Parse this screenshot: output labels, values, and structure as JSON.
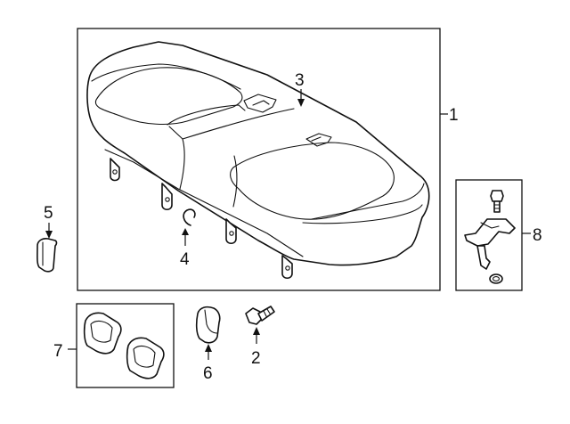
{
  "callouts": {
    "part_1": "1",
    "part_2": "2",
    "part_3": "3",
    "part_4": "4",
    "part_5": "5",
    "part_6": "6",
    "part_7": "7",
    "part_8": "8"
  }
}
